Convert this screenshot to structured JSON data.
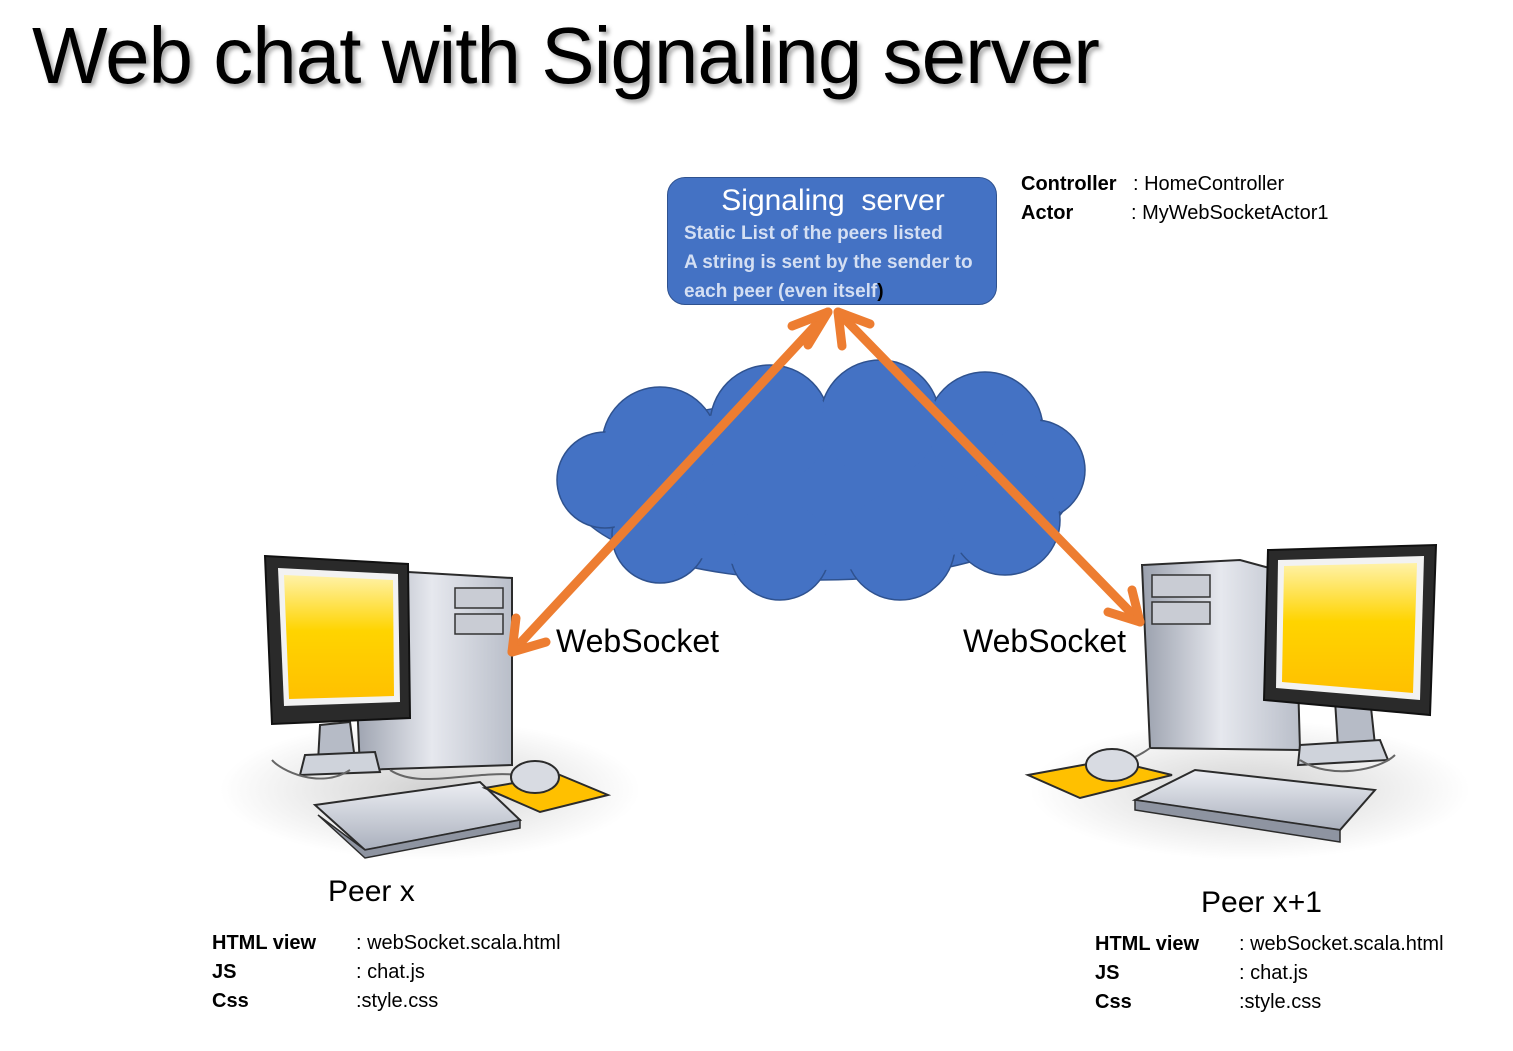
{
  "title": "Web chat with Signaling server",
  "server": {
    "title": "Signaling  server",
    "line1": "Static List of the peers listed",
    "line2": "A string is sent by the sender to",
    "line3": "each peer (even itself",
    "line3_close": ")"
  },
  "server_info": [
    {
      "key": "Controller",
      "value": ": HomeController"
    },
    {
      "key": "Actor",
      "value": ": MyWebSocketActor1"
    }
  ],
  "connections": [
    {
      "label": "WebSocket"
    },
    {
      "label": "WebSocket"
    }
  ],
  "peers": [
    {
      "name": "Peer x",
      "files": [
        {
          "key": "HTML view",
          "value": ": webSocket.scala.html"
        },
        {
          "key": "JS",
          "value": ": chat.js"
        },
        {
          "key": "Css",
          "value": ":style.css"
        }
      ]
    },
    {
      "name": "Peer x+1",
      "files": [
        {
          "key": "HTML view",
          "value": ": webSocket.scala.html"
        },
        {
          "key": "JS",
          "value": ": chat.js"
        },
        {
          "key": "Css",
          "value": ":style.css"
        }
      ]
    }
  ],
  "colors": {
    "cloud": "#4472c4",
    "cloud_stroke": "#2f528f",
    "arrow": "#ed7d31",
    "screen": "#ffc000"
  },
  "icons": [
    "cloud-icon",
    "desktop-computer-icon",
    "desktop-computer-icon"
  ]
}
